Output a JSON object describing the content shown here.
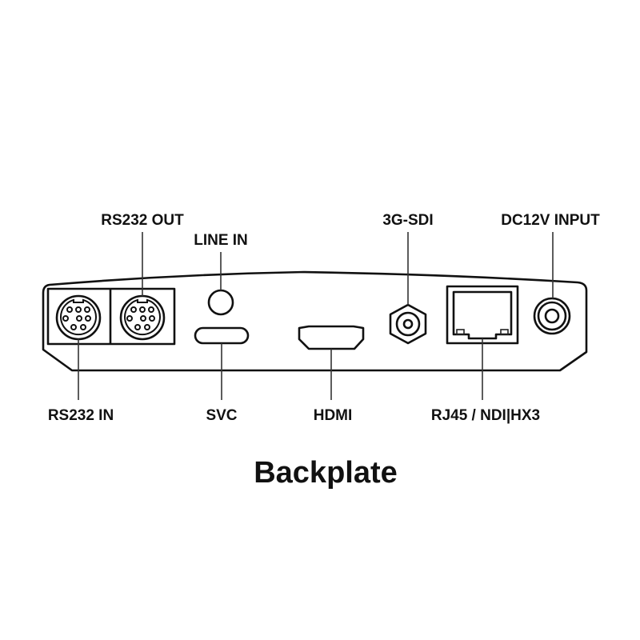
{
  "diagram": {
    "title": "Backplate",
    "device": "camera-rear-panel",
    "ports": {
      "rs232_out": {
        "label": "RS232 OUT",
        "icon": "mini-din-8-icon"
      },
      "rs232_in": {
        "label": "RS232 IN",
        "icon": "mini-din-8-icon"
      },
      "line_in": {
        "label": "LINE IN",
        "icon": "audio-jack-icon"
      },
      "svc": {
        "label": "SVC",
        "icon": "service-slot-icon"
      },
      "hdmi": {
        "label": "HDMI",
        "icon": "hdmi-port-icon"
      },
      "sdi": {
        "label": "3G-SDI",
        "icon": "bnc-connector-icon"
      },
      "rj45": {
        "label": "RJ45 / NDI|HX3",
        "icon": "ethernet-port-icon"
      },
      "dc": {
        "label": "DC12V INPUT",
        "icon": "dc-barrel-jack-icon"
      }
    },
    "colors": {
      "line": "#111111",
      "background": "#ffffff"
    }
  }
}
